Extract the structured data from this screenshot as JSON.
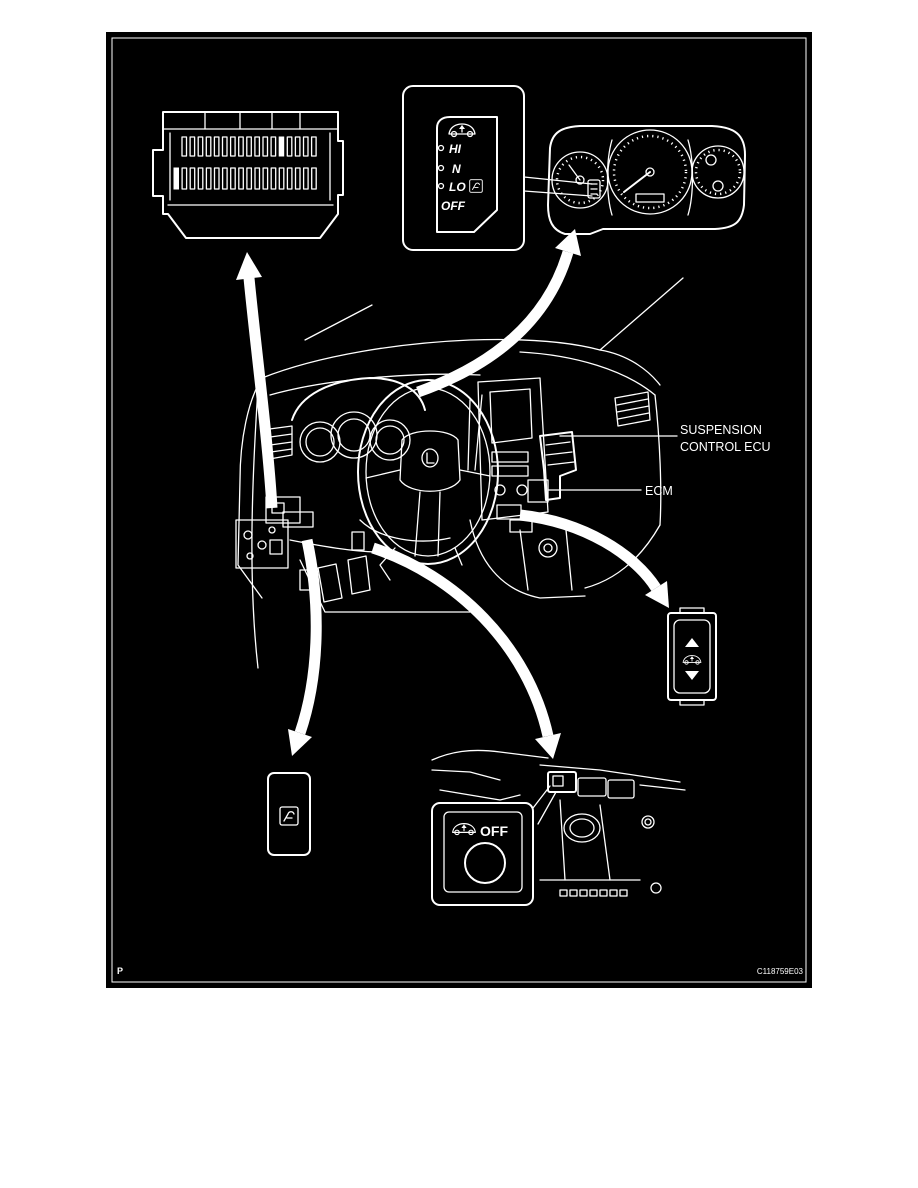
{
  "diagram": {
    "indicator_panel": {
      "hi": "HI",
      "n": "N",
      "lo": "LO",
      "off": "OFF"
    },
    "callouts": {
      "suspension_ecu_line1": "SUSPENSION",
      "suspension_ecu_line2": "CONTROL ECU",
      "ecm": "ECM"
    },
    "switch_inset": {
      "off": "OFF"
    },
    "corner_mark": "P",
    "figure_code": "C118759E03"
  },
  "icons": [
    "height-control-indicator-icon",
    "height-control-switch-icon",
    "height-control-off-switch-icon",
    "suspension-warning-icon",
    "up-arrow-icon",
    "down-arrow-icon"
  ],
  "colors": {
    "page": "#ffffff",
    "panel": "#000000",
    "line_art": "#ffffff"
  }
}
